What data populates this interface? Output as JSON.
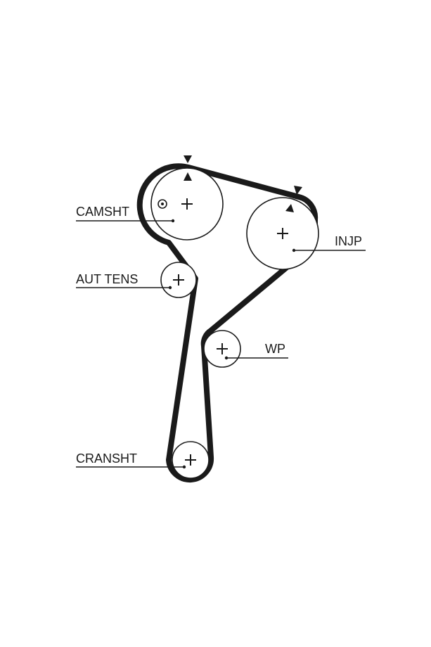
{
  "labels": {
    "camsht": "CAMSHT",
    "aut_tens": "AUT TENS",
    "injp": "INJP",
    "wp": "WP",
    "cransht": "CRANSHT"
  },
  "colors": {
    "line": "#1a1a1a",
    "background": "#ffffff"
  }
}
